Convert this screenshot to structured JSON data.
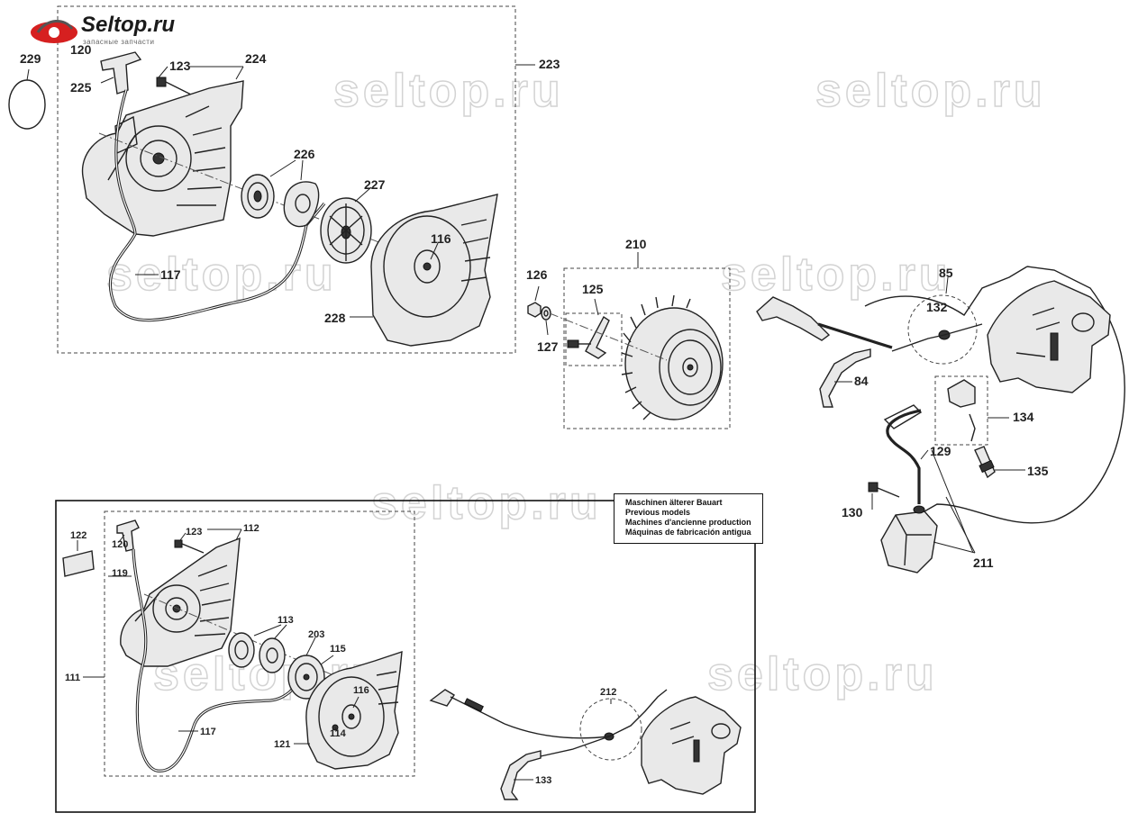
{
  "logo": {
    "text": "Seltop.ru",
    "tagline": "запасные запчасти",
    "color": "#d62020"
  },
  "watermark": "seltop.ru",
  "note_box": {
    "lines": [
      "Maschinen älterer Bauart",
      "Previous models",
      "Machines d'ancienne production",
      "Máquinas de fabricación antigua"
    ]
  },
  "labels": {
    "l120a": "120",
    "l229": "229",
    "l225": "225",
    "l123a": "123",
    "l224": "224",
    "l223": "223",
    "l226": "226",
    "l227": "227",
    "l116a": "116",
    "l117a": "117",
    "l228": "228",
    "l210": "210",
    "l126": "126",
    "l125": "125",
    "l127": "127",
    "l85": "85",
    "l132": "132",
    "l84": "84",
    "l134": "134",
    "l129": "129",
    "l135": "135",
    "l130": "130",
    "l211": "211",
    "l122": "122",
    "l120b": "120",
    "l123b": "123",
    "l112": "112",
    "l119": "119",
    "l113": "113",
    "l203": "203",
    "l115": "115",
    "l111": "111",
    "l116b": "116",
    "l114": "114",
    "l117b": "117",
    "l121": "121",
    "l212": "212",
    "l133": "133"
  }
}
